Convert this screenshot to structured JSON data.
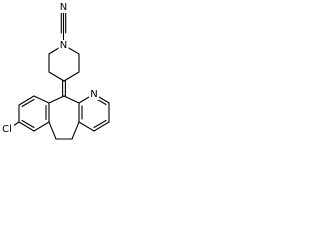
{
  "atoms": [
    {
      "id": "n_nitrile",
      "label": "N"
    },
    {
      "id": "n_piperidine",
      "label": "N"
    },
    {
      "id": "n_pyridine",
      "label": "N"
    },
    {
      "id": "cl",
      "label": "Cl"
    }
  ],
  "colors": {
    "bond": "#000000",
    "label": "#000000",
    "background": "#ffffff"
  }
}
